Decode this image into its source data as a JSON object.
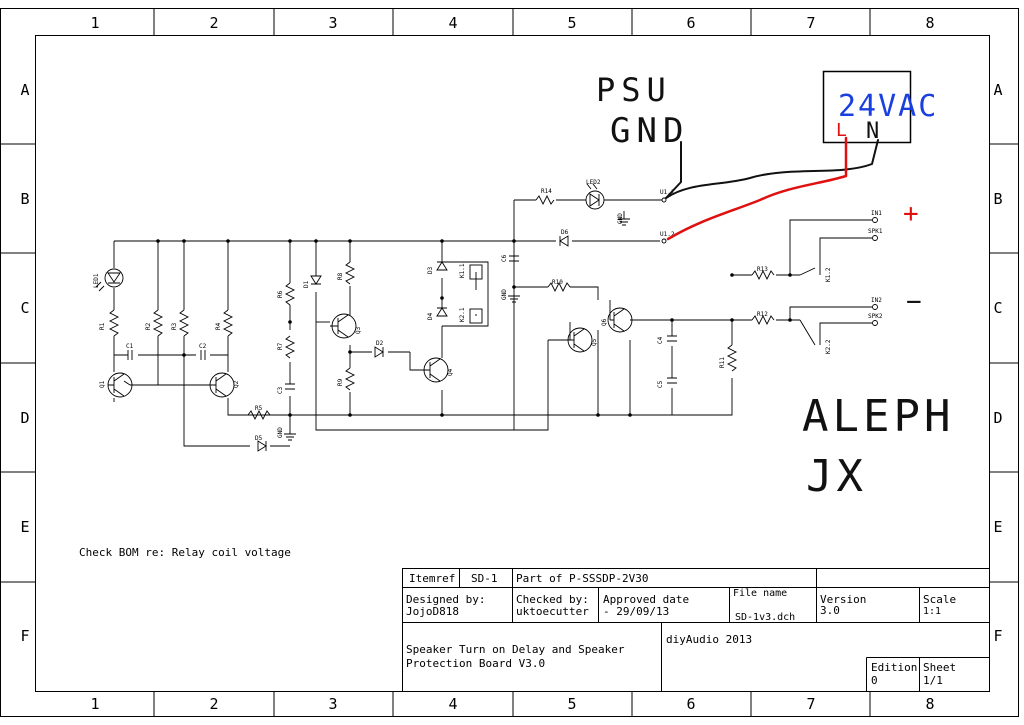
{
  "frame": {
    "columns": [
      "1",
      "2",
      "3",
      "4",
      "5",
      "6",
      "7",
      "8"
    ],
    "rows": [
      "A",
      "B",
      "C",
      "D",
      "E",
      "F"
    ]
  },
  "note": "Check BOM re: Relay coil voltage",
  "components": {
    "led1": "LED1",
    "led2": "LED2",
    "r1": "R1",
    "r2": "R2",
    "r3": "R3",
    "r4": "R4",
    "r5": "R5",
    "r6": "R6",
    "r7": "R7",
    "r8": "R8",
    "r9": "R9",
    "r10": "R10",
    "r11": "R11",
    "r12": "R12",
    "r13": "R13",
    "r14": "R14",
    "c1": "C1",
    "c2": "C2",
    "c3": "C3",
    "c4": "C4",
    "c5": "C5",
    "c6": "C6",
    "q1": "Q1",
    "q2": "Q2",
    "q3": "Q3",
    "q4": "Q4",
    "q5": "Q5",
    "q6": "Q6",
    "d1": "D1",
    "d2": "D2",
    "d3": "D3",
    "d4": "D4",
    "d5": "D5",
    "d6": "D6",
    "k11": "K1.1",
    "k21": "K2.1",
    "k12": "K1.2",
    "k22": "K2.2",
    "u11": "U1.1",
    "u12": "U1.2",
    "in1": "IN1",
    "in2": "IN2",
    "spk1": "SPK1",
    "spk2": "SPK2",
    "gnd": "GND"
  },
  "handwriting": {
    "psu": "PSU",
    "gnd": "GND",
    "supply": "24VAC",
    "l": "L",
    "n": "N",
    "plus": "+",
    "minus": "−",
    "aleph": "ALEPH",
    "jx": "JX"
  },
  "title_block": {
    "itemref_label": "Itemref",
    "itemref_value": "SD-1",
    "part_of": "Part of P-SSSDP-2V30",
    "designed_by_label": "Designed by:",
    "designed_by_value": "JojoD818",
    "checked_by_label": "Checked by:",
    "checked_by_value": "uktoecutter",
    "approved_label": "Approved date",
    "approved_value": "- 29/09/13",
    "file_label": "File name",
    "file_value": "SD-1v3.dch",
    "version_label": "Version",
    "version_value": "3.0",
    "scale_label": "Scale",
    "scale_value": "1:1",
    "title_line1": "Speaker Turn on Delay and Speaker",
    "title_line2": "Protection Board V3.0",
    "org": "diyAudio 2013",
    "edition_label": "Edition",
    "edition_value": "0",
    "sheet_label": "Sheet",
    "sheet_value": "1/1"
  },
  "colors": {
    "line": "#000000",
    "hand_black": "#111111",
    "hand_blue": "#1a3fe0",
    "hand_red": "#e01010"
  }
}
